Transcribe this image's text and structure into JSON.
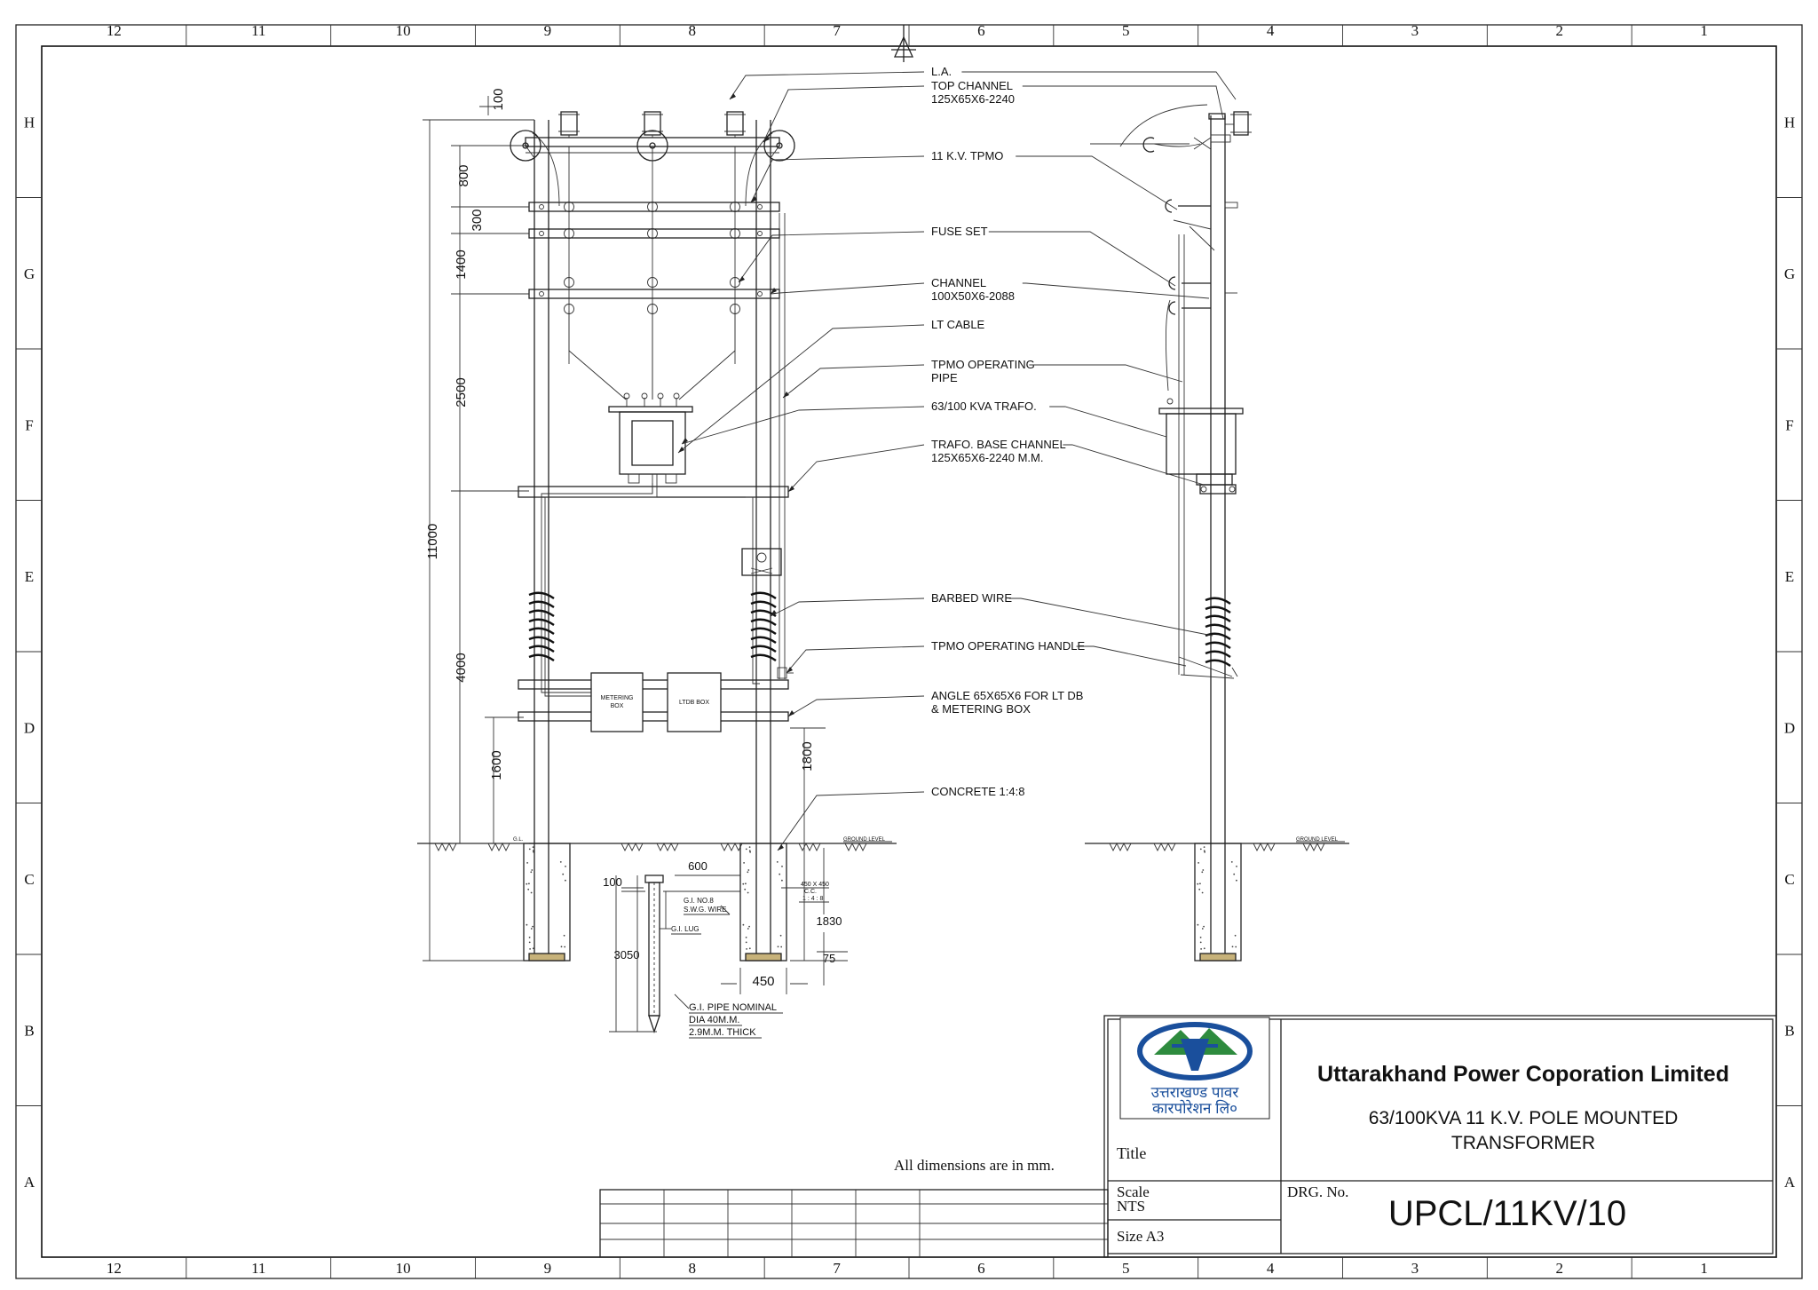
{
  "border": {
    "columns": [
      "12",
      "11",
      "10",
      "9",
      "8",
      "7",
      "6",
      "5",
      "4",
      "3",
      "2",
      "1"
    ],
    "rows": [
      "H",
      "G",
      "F",
      "E",
      "D",
      "C",
      "B",
      "A"
    ]
  },
  "callouts": [
    {
      "id": "la",
      "lines": [
        "L.A."
      ]
    },
    {
      "id": "top_channel",
      "lines": [
        "TOP CHANNEL",
        "125X65X6-2240"
      ]
    },
    {
      "id": "tpmo",
      "lines": [
        "11 K.V. TPMO"
      ]
    },
    {
      "id": "fuse_set",
      "lines": [
        "FUSE SET"
      ]
    },
    {
      "id": "channel",
      "lines": [
        "CHANNEL",
        "100X50X6-2088"
      ]
    },
    {
      "id": "lt_cable",
      "lines": [
        "LT CABLE"
      ]
    },
    {
      "id": "tpmo_pipe",
      "lines": [
        "TPMO OPERATING",
        "PIPE"
      ]
    },
    {
      "id": "trafo",
      "lines": [
        "63/100 KVA TRAFO."
      ]
    },
    {
      "id": "base_channel",
      "lines": [
        "TRAFO. BASE CHANNEL",
        "125X65X6-2240 M.M."
      ]
    },
    {
      "id": "barbed",
      "lines": [
        "BARBED WIRE"
      ]
    },
    {
      "id": "handle",
      "lines": [
        "TPMO OPERATING HANDLE"
      ]
    },
    {
      "id": "angle",
      "lines": [
        "ANGLE 65X65X6 FOR LT DB",
        "& METERING BOX"
      ]
    },
    {
      "id": "concrete",
      "lines": [
        "CONCRETE 1:4:8"
      ]
    }
  ],
  "dimensions": {
    "d100_top": "100",
    "d800": "800",
    "d300": "300",
    "d1400": "1400",
    "d2500": "2500",
    "d11000": "11000",
    "d4000": "4000",
    "d1600": "1600",
    "d1800": "1800",
    "d600": "600",
    "d100_earth": "100",
    "d3050": "3050",
    "d1830": "1830",
    "d75": "75",
    "d450": "450"
  },
  "small_labels": {
    "metering_box": [
      "METERING",
      "BOX"
    ],
    "ltdb_box": "LTDB BOX",
    "gl": "G.L.",
    "ground_level_left": "GROUND LEVEL",
    "ground_level_right": "GROUND LEVEL",
    "foundation": [
      "450 X 450",
      "C.C.",
      "1 : 4 : 8"
    ],
    "gi_wire": [
      "G.I. NO.8",
      "S.W.G. WIRE"
    ],
    "gi_lug": "G.I. LUG",
    "gi_pipe": [
      "G.I. PIPE NOMINAL",
      "DIA 40M.M.",
      "2.9M.M. THICK"
    ]
  },
  "note": "All dimensions are in mm.",
  "title_block": {
    "logo_text": [
      "उत्तराखण्ड पावर",
      "कारपोरेशन लि०"
    ],
    "company": "Uttarakhand Power Coporation Limited",
    "drawing_title": [
      "63/100KVA 11 K.V. POLE MOUNTED",
      "TRANSFORMER"
    ],
    "title_label": "Title",
    "scale_label": "Scale",
    "scale_value": "NTS",
    "size_label": "Size A3",
    "drg_label": "DRG. No.",
    "drg_number": "UPCL/11KV/10"
  },
  "colors": {
    "logo_blue": "#1a4f9c",
    "logo_green": "#2e8b3e",
    "line": "#222222"
  }
}
